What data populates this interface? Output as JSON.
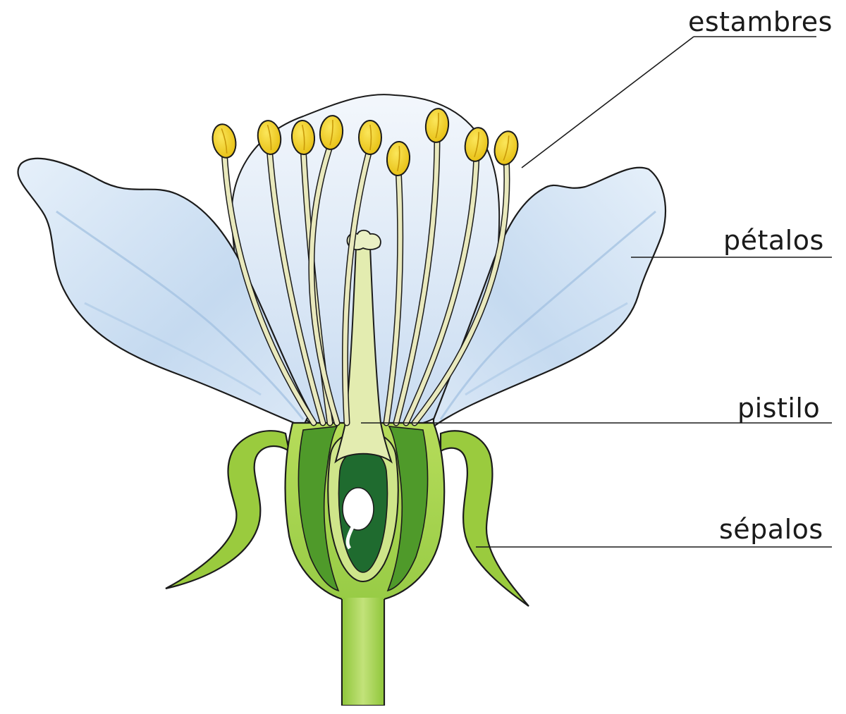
{
  "diagram": {
    "labels": {
      "stamens": "estambres",
      "petals": "pétalos",
      "pistil": "pistilo",
      "sepals": "sépalos"
    },
    "colors": {
      "petal": "#dce9f7",
      "petal_shade": "#b9d2ec",
      "outline": "#1b1b1b",
      "filament": "#e7e7b8",
      "anther": "#f2d21d",
      "anther_shade": "#d9b00e",
      "receptacle": "#8cc63f",
      "receptacle_dark": "#4f9a2a",
      "ovary_dark": "#1f6b2f",
      "pistil": "#dfe9a8",
      "stem": "#a6d24a"
    }
  }
}
